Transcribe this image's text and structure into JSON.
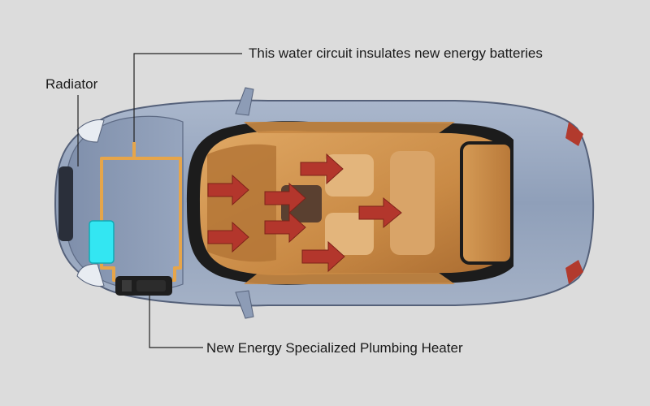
{
  "labels": {
    "radiator": "Radiator",
    "water_circuit": "This water circuit insulates new energy batteries",
    "heater": "New Energy Specialized Plumbing Heater"
  },
  "colors": {
    "background": "#dcdcdc",
    "car_body": "#8fa0bb",
    "interior": "#d4954f",
    "arrow": "#b3362c",
    "coolant_line": "#e6a54a",
    "battery": "#33e6f2",
    "heater": "#1e1e1e",
    "leader_line": "#222222"
  },
  "icons": [
    "heat-flow-arrow",
    "battery-pack-icon",
    "heater-unit-icon"
  ]
}
